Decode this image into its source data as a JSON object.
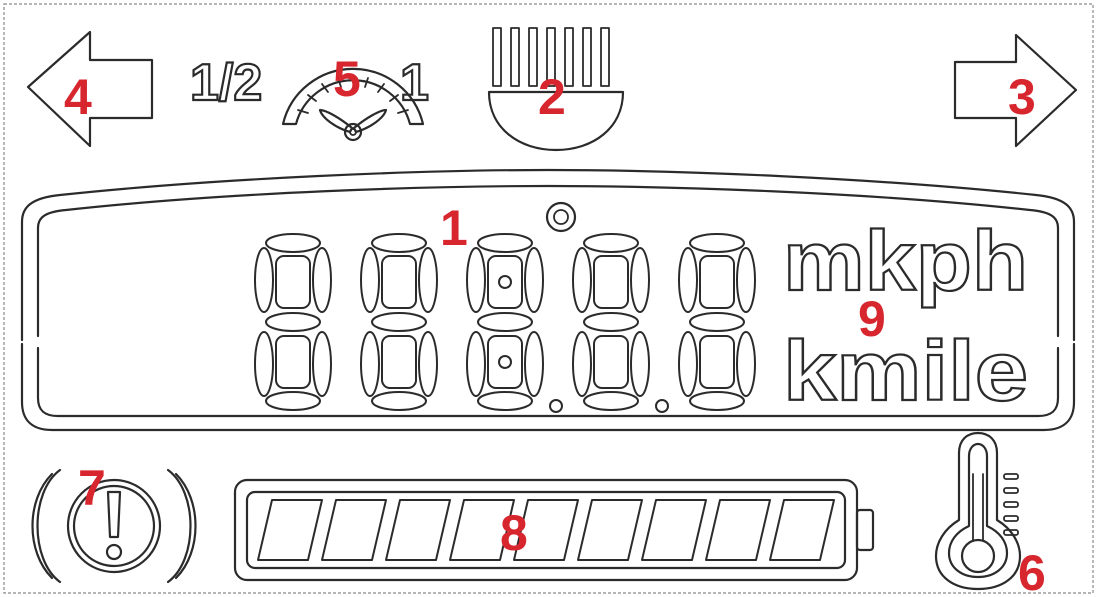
{
  "colors": {
    "outline": "#2b2b2b",
    "callout": "#d7262e",
    "background": "#ffffff"
  },
  "headlight": {
    "label_half": "1/2",
    "label_full": "1",
    "icon": "gauge-dial-icon"
  },
  "high_beam": {
    "icon": "high-beam-icon"
  },
  "turn_left": {
    "icon": "left-arrow-icon"
  },
  "turn_right": {
    "icon": "right-arrow-icon"
  },
  "display": {
    "digit_count": 5,
    "degree_symbol_icon": "degree-icon"
  },
  "units": {
    "top": "mkph",
    "bottom": "kmile"
  },
  "brake": {
    "icon": "brake-warning-icon"
  },
  "battery": {
    "segment_count": 9,
    "icon": "battery-bar-icon"
  },
  "temperature": {
    "icon": "thermometer-icon"
  },
  "callouts": {
    "c1": "1",
    "c2": "2",
    "c3": "3",
    "c4": "4",
    "c5": "5",
    "c6": "6",
    "c7": "7",
    "c8": "8",
    "c9": "9"
  }
}
